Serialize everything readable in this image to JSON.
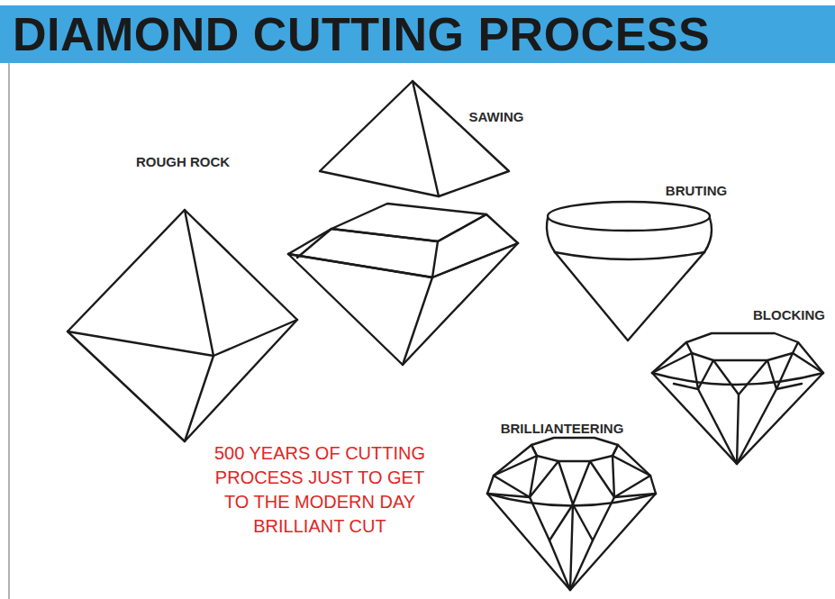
{
  "diagram": {
    "title": "DIAMOND CUTTING PROCESS",
    "labels": [
      "ROUGH ROCK",
      "SAWING",
      "BRUTING",
      "BLOCKING",
      "BRILLIANTEERING",
      "500 YEARS OF CUTTING PROCESS JUST TO GET TO THE MODERN DAY BRILLIANT CUT"
    ]
  }
}
